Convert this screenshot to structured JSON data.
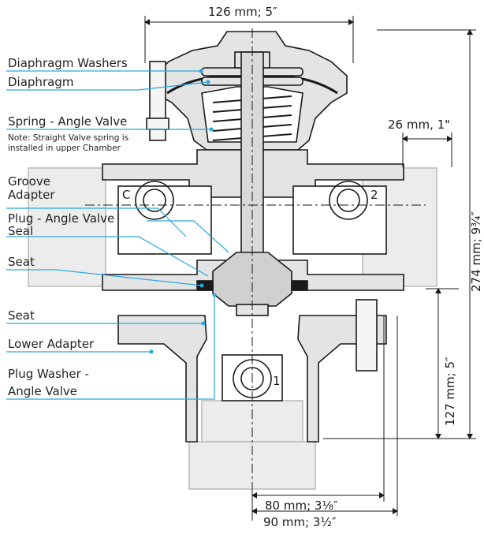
{
  "dimensions": {
    "top_width": "126 mm; 5″",
    "right_clearance": "26 mm, 1\"",
    "overall_height": "274 mm; 9¾″",
    "lower_height": "127 mm; 5″",
    "bottom_80": "80 mm; 3¹⁄₈″",
    "bottom_90": "90 mm; 3½″"
  },
  "labels": {
    "diaphragm_washers": "Diaphragm Washers",
    "diaphragm": "Diaphragm",
    "spring": "Spring - Angle Valve",
    "note_line1": "Note: Straight Valve spring is",
    "note_line2": "installed in upper Chamber",
    "groove_line1": "Groove",
    "groove_line2": "Adapter",
    "plug": "Plug - Angle Valve",
    "seal": "Seal",
    "seat_1": "Seat",
    "seat_2": "Seat",
    "lower_adapter": "Lower Adapter",
    "plug_washer_line1": "Plug Washer -",
    "plug_washer_line2": "Angle Valve"
  },
  "ports": {
    "c": "C",
    "two": "2",
    "one": "1"
  },
  "colors": {
    "body_fill": "#e4e4e4",
    "outline": "#1a1a1a",
    "callout": "#29a8e0",
    "adapter_fill": "#ececec"
  }
}
